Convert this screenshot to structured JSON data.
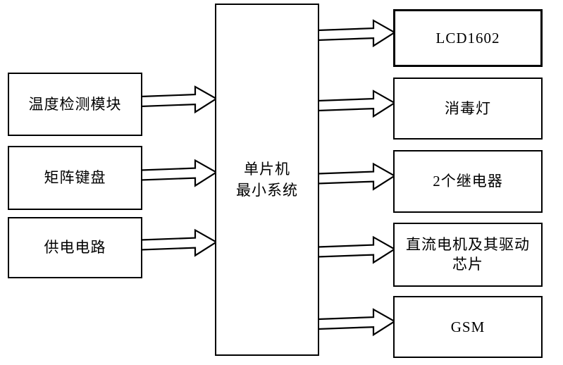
{
  "diagram": {
    "title": "",
    "background_color": "#ffffff",
    "line_color": "#000000",
    "text_color": "#000000",
    "nodes": {
      "temp_module": {
        "label": "温度检测模块"
      },
      "matrix_keypad": {
        "label": "矩阵键盘"
      },
      "power_circuit": {
        "label": "供电电路"
      },
      "mcu": {
        "label": "单片机\n最小系统"
      },
      "lcd1602": {
        "label": "LCD1602"
      },
      "disinfection_lamp": {
        "label": "消毒灯"
      },
      "relays": {
        "label": "2个继电器"
      },
      "dc_motor_driver": {
        "label": "直流电机及其驱动\n芯片"
      },
      "gsm": {
        "label": "GSM"
      }
    },
    "connections": [
      {
        "from": "temp_module",
        "to": "mcu"
      },
      {
        "from": "matrix_keypad",
        "to": "mcu"
      },
      {
        "from": "power_circuit",
        "to": "mcu"
      },
      {
        "from": "mcu",
        "to": "lcd1602"
      },
      {
        "from": "mcu",
        "to": "disinfection_lamp"
      },
      {
        "from": "mcu",
        "to": "relays"
      },
      {
        "from": "mcu",
        "to": "dc_motor_driver"
      },
      {
        "from": "mcu",
        "to": "gsm"
      }
    ],
    "arrow_style": {
      "fill": "#ffffff",
      "stroke": "#000000",
      "shaft_half_height": 7,
      "head_half_height": 18,
      "head_length": 30,
      "tip_rise": -4
    }
  }
}
